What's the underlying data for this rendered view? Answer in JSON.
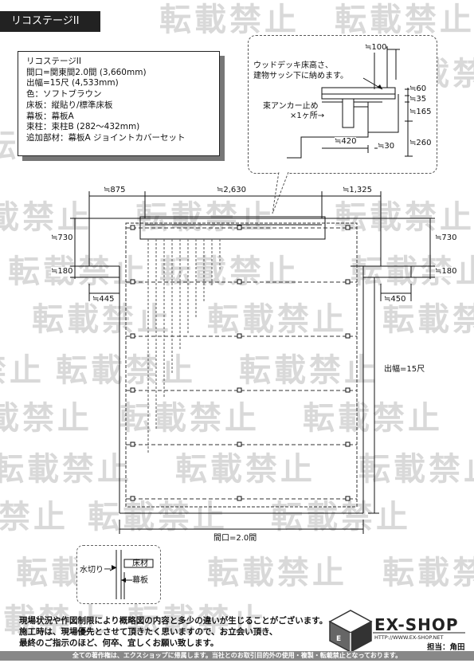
{
  "title": "リコステージII",
  "watermark_text": "転載禁止",
  "spec": {
    "lines": [
      "リコステージII",
      "間口=関東間2.0間 (3,660mm)",
      "出幅=15尺 (4,533mm)",
      "色：ソフトブラウン",
      "床板：縦貼り/標準床板",
      "幕板：幕板A",
      "束柱：束柱B (282～432mm)",
      "追加部材：幕板A ジョイントカバーセット"
    ]
  },
  "detail": {
    "note": [
      "ウッドデッキ床高さ、",
      "建物サッシ下に納めます。"
    ],
    "anchor": [
      "束アンカー止め",
      "×1ヶ所→"
    ],
    "dims": {
      "d100": "≒100",
      "d60": "≒60",
      "d35": "≒35",
      "d165": "≒165",
      "d420": "≒420",
      "d30": "≒30",
      "d260": "≒260"
    }
  },
  "plan": {
    "top_dims": [
      "≒875",
      "≒2,630",
      "≒1,325"
    ],
    "left_dims": [
      "≒730",
      "≒180",
      "≒445"
    ],
    "right_dims": [
      "≒730",
      "≒180",
      "≒450"
    ],
    "depth_label": "出幅=15尺",
    "width_label": "間口=2.0間"
  },
  "mizukiri": {
    "label": "水切り",
    "yuka": "床材",
    "maku": "幕板"
  },
  "notes": [
    "現場状況や作図制限により概略図の内容と多少の違いが生じることがございます。",
    "施工時は、現場優先とさせて頂きたく思いますので、お立会い頂き、",
    "最終のご指示のほど、何卒、宜しくお願い致します。"
  ],
  "logo": {
    "name": "EX-SHOP",
    "url": "HTTP://WWW.EX-SHOP.NET",
    "tanto": "担当：角田"
  },
  "footer": "全ての著作権は、エクスショップに帰属します。当社とのお取引目的外の使用・複製・転載禁止となっております。"
}
